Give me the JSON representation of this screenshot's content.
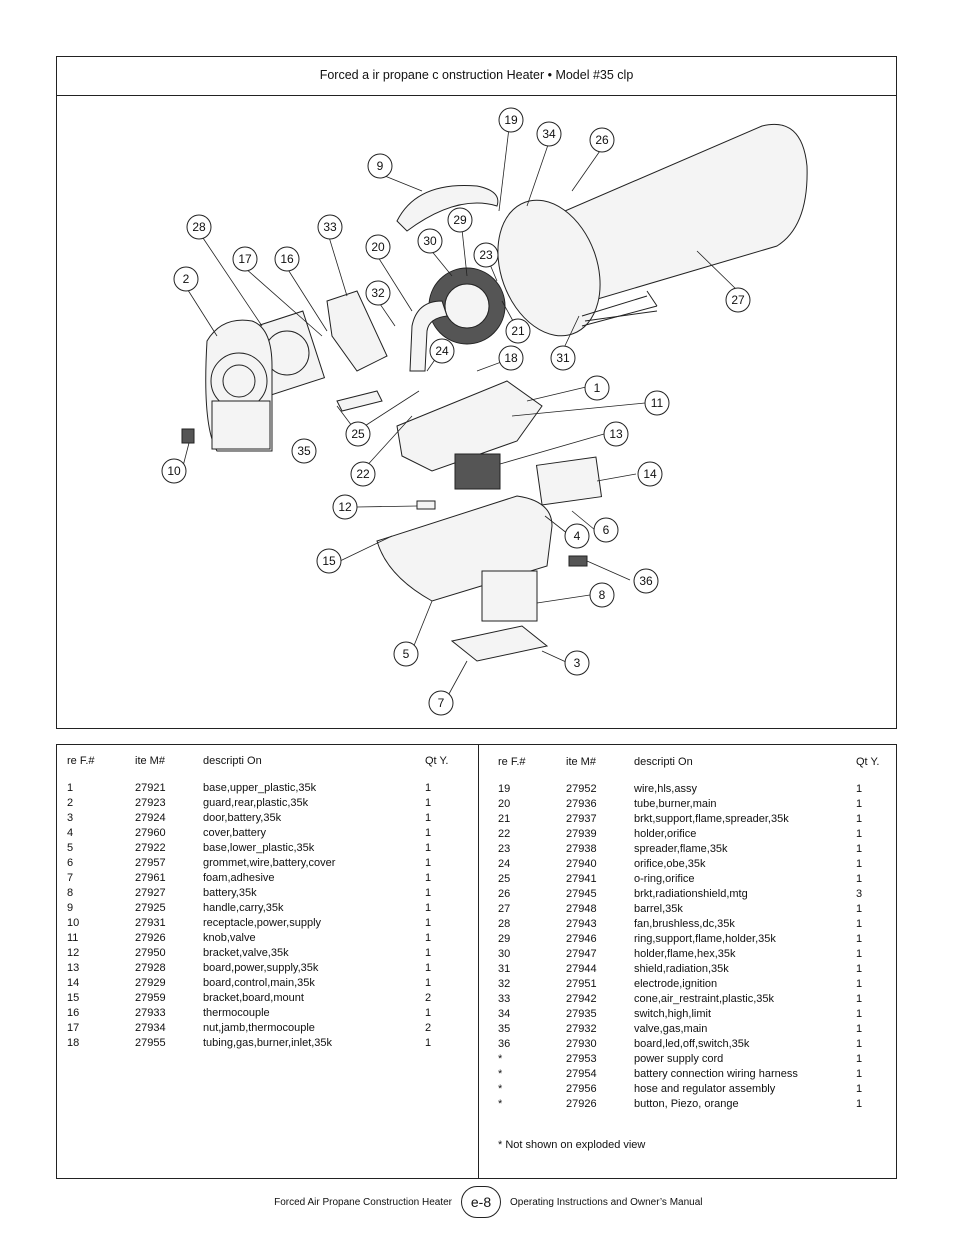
{
  "title": "Forced  a ir  propane   c onstruction Heater • Model #35       clp",
  "columns": {
    "ref": "re F.#",
    "item": "ite  M#",
    "description": "descripti     On",
    "qty": "Qt Y."
  },
  "parts_left": [
    {
      "ref": "1",
      "item": "27921",
      "description": "base,upper_plastic,35k",
      "qty": "1"
    },
    {
      "ref": "2",
      "item": "27923",
      "description": "guard,rear,plastic,35k",
      "qty": "1"
    },
    {
      "ref": "3",
      "item": "27924",
      "description": "door,battery,35k",
      "qty": "1"
    },
    {
      "ref": "4",
      "item": "27960",
      "description": "cover,battery",
      "qty": "1"
    },
    {
      "ref": "5",
      "item": "27922",
      "description": "base,lower_plastic,35k",
      "qty": "1"
    },
    {
      "ref": "6",
      "item": "27957",
      "description": "grommet,wire,battery,cover",
      "qty": "1"
    },
    {
      "ref": "7",
      "item": "27961",
      "description": "foam,adhesive",
      "qty": "1"
    },
    {
      "ref": "8",
      "item": "27927",
      "description": "battery,35k",
      "qty": "1"
    },
    {
      "ref": "9",
      "item": "27925",
      "description": "handle,carry,35k",
      "qty": "1"
    },
    {
      "ref": "10",
      "item": "27931",
      "description": "receptacle,power,supply",
      "qty": "1"
    },
    {
      "ref": "11",
      "item": "27926",
      "description": "knob,valve",
      "qty": "1"
    },
    {
      "ref": "12",
      "item": "27950",
      "description": "bracket,valve,35k",
      "qty": "1"
    },
    {
      "ref": "13",
      "item": "27928",
      "description": "board,power,supply,35k",
      "qty": "1"
    },
    {
      "ref": "14",
      "item": "27929",
      "description": "board,control,main,35k",
      "qty": "1"
    },
    {
      "ref": "15",
      "item": "27959",
      "description": "bracket,board,mount",
      "qty": "2"
    },
    {
      "ref": "16",
      "item": "27933",
      "description": "thermocouple",
      "qty": "1"
    },
    {
      "ref": "17",
      "item": "27934",
      "description": "nut,jamb,thermocouple",
      "qty": "2"
    },
    {
      "ref": "18",
      "item": "27955",
      "description": "tubing,gas,burner,inlet,35k",
      "qty": "1"
    }
  ],
  "parts_right": [
    {
      "ref": "19",
      "item": "27952",
      "description": "wire,hls,assy",
      "qty": "1"
    },
    {
      "ref": "20",
      "item": "27936",
      "description": "tube,burner,main",
      "qty": "1"
    },
    {
      "ref": "21",
      "item": "27937",
      "description": "brkt,support,flame,spreader,35k",
      "qty": "1"
    },
    {
      "ref": "22",
      "item": "27939",
      "description": "holder,orifice",
      "qty": "1"
    },
    {
      "ref": "23",
      "item": "27938",
      "description": "spreader,flame,35k",
      "qty": "1"
    },
    {
      "ref": "24",
      "item": "27940",
      "description": "orifice,obe,35k",
      "qty": "1"
    },
    {
      "ref": "25",
      "item": "27941",
      "description": "o-ring,orifice",
      "qty": "1"
    },
    {
      "ref": "26",
      "item": "27945",
      "description": "brkt,radiationshield,mtg",
      "qty": "3"
    },
    {
      "ref": "27",
      "item": "27948",
      "description": "barrel,35k",
      "qty": "1"
    },
    {
      "ref": "28",
      "item": "27943",
      "description": "fan,brushless,dc,35k",
      "qty": "1"
    },
    {
      "ref": "29",
      "item": "27946",
      "description": "ring,support,flame,holder,35k",
      "qty": "1"
    },
    {
      "ref": "30",
      "item": "27947",
      "description": "holder,flame,hex,35k",
      "qty": "1"
    },
    {
      "ref": "31",
      "item": "27944",
      "description": "shield,radiation,35k",
      "qty": "1"
    },
    {
      "ref": "32",
      "item": "27951",
      "description": "electrode,ignition",
      "qty": "1"
    },
    {
      "ref": "33",
      "item": "27942",
      "description": "cone,air_restraint,plastic,35k",
      "qty": "1"
    },
    {
      "ref": "34",
      "item": "27935",
      "description": "switch,high,limit",
      "qty": "1"
    },
    {
      "ref": "35",
      "item": "27932",
      "description": "valve,gas,main",
      "qty": "1"
    },
    {
      "ref": "36",
      "item": "27930",
      "description": "board,led,off,switch,35k",
      "qty": "1"
    },
    {
      "ref": "*",
      "item": "27953",
      "description": "power supply cord",
      "qty": "1"
    },
    {
      "ref": "*",
      "item": "27954",
      "description": "battery connection wiring harness",
      "qty": "1"
    },
    {
      "ref": "*",
      "item": "27956",
      "description": "hose and regulator assembly",
      "qty": "1"
    },
    {
      "ref": "*",
      "item": "27926",
      "description": "button, Piezo, orange",
      "qty": "1"
    }
  ],
  "footnote": "*  Not shown on exploded view",
  "footer": {
    "left": "Forced Air Propane Construction Heater",
    "page": "e-8",
    "right": "Operating Instructions and Owner’s Manual"
  },
  "callouts": [
    "1",
    "2",
    "3",
    "4",
    "5",
    "6",
    "7",
    "8",
    "9",
    "10",
    "11",
    "12",
    "13",
    "14",
    "15",
    "16",
    "17",
    "18",
    "19",
    "20",
    "21",
    "22",
    "23",
    "24",
    "25",
    "26",
    "27",
    "28",
    "29",
    "30",
    "31",
    "32",
    "33",
    "34",
    "35",
    "36"
  ]
}
